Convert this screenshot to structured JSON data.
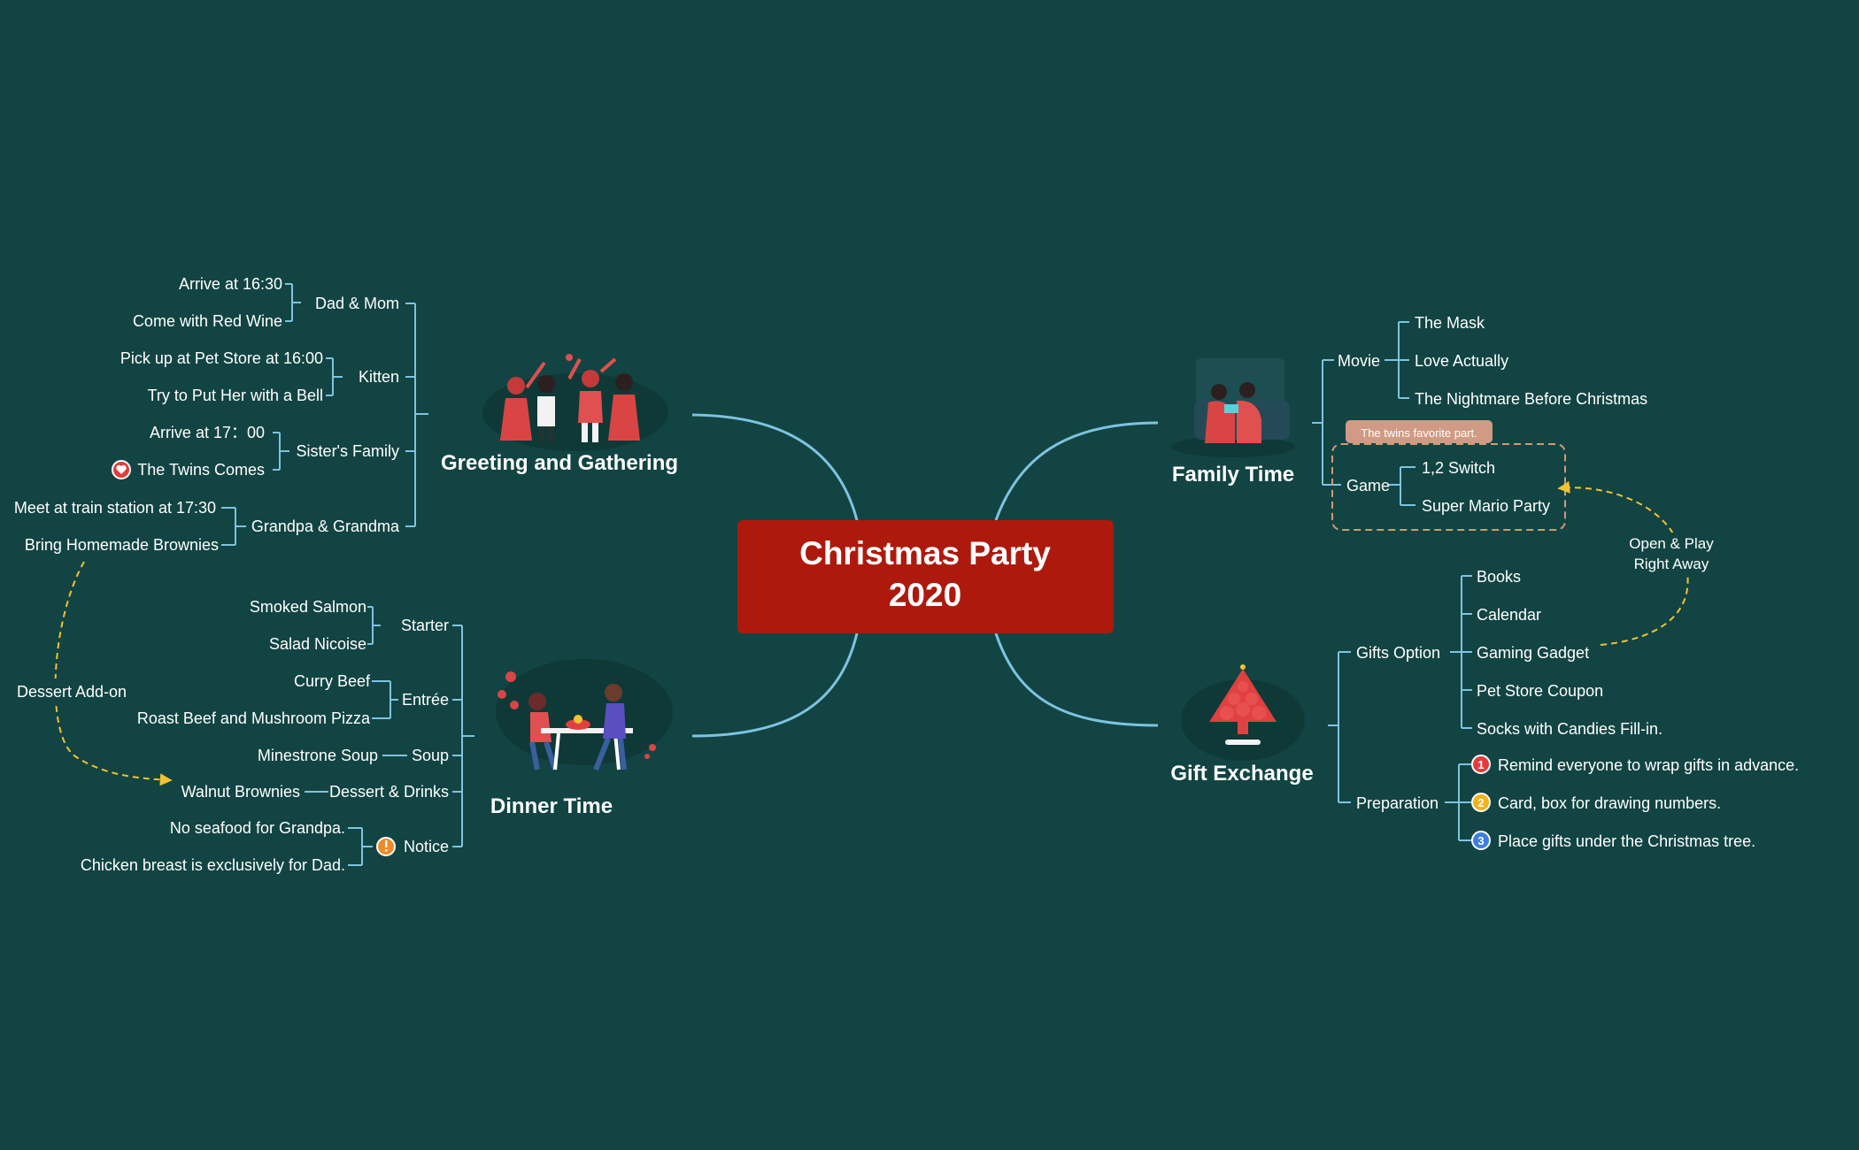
{
  "colors": {
    "background": "#124443",
    "branch_line": "#7ec3e0",
    "leaf_line": "#7ec3e0",
    "central_fill": "#ad1a0d",
    "relationship": "#f2c230",
    "group_border": "#d29a70",
    "callout_fill": "#d09a84",
    "marker_red": "#e23b3b",
    "marker_yellow": "#f2b21d",
    "marker_blue": "#3a7fe0",
    "marker_orange": "#f08a2e"
  },
  "central": {
    "line1": "Christmas Party",
    "line2": "2020"
  },
  "greeting": {
    "title": "Greeting and Gathering",
    "illustration": "toasting-people-illustration",
    "groups": [
      {
        "label": "Dad & Mom",
        "items": [
          "Arrive at 16:30",
          "Come with Red Wine"
        ]
      },
      {
        "label": "Kitten",
        "items": [
          "Pick up at Pet Store at 16:00",
          "Try to Put Her with a Bell"
        ]
      },
      {
        "label": "Sister's Family",
        "items": [
          "Arrive at 17：00",
          "The Twins Comes"
        ]
      },
      {
        "label": "Grandpa & Grandma",
        "items": [
          "Meet at train station at 17:30",
          "Bring Homemade Brownies"
        ]
      }
    ]
  },
  "dinner": {
    "title": "Dinner Time",
    "illustration": "dinner-couple-illustration",
    "groups": [
      {
        "label": "Starter",
        "items": [
          "Smoked Salmon",
          "Salad Nicoise"
        ]
      },
      {
        "label": "Entrée",
        "items": [
          "Curry Beef",
          "Roast Beef and Mushroom Pizza"
        ]
      },
      {
        "label": "Soup",
        "items": [
          "Minestrone Soup"
        ]
      },
      {
        "label": "Dessert & Drinks",
        "items": [
          "Walnut Brownies"
        ]
      },
      {
        "label": "Notice",
        "items": [
          "No seafood for Grandpa.",
          "Chicken breast is exclusively for Dad."
        ]
      }
    ]
  },
  "family": {
    "title": "Family Time",
    "illustration": "couch-couple-illustration",
    "movie": {
      "label": "Movie",
      "items": [
        "The Mask",
        "Love Actually",
        "The Nightmare Before Christmas"
      ]
    },
    "game": {
      "label": "Game",
      "items": [
        "1,2 Switch",
        "Super Mario Party"
      ],
      "callout": "The twins favorite part."
    }
  },
  "gift": {
    "title": "Gift Exchange",
    "illustration": "christmas-tree-illustration",
    "options": {
      "label": "Gifts Option",
      "items": [
        "Books",
        "Calendar",
        "Gaming Gadget",
        "Pet Store Coupon",
        "Socks with Candies Fill-in."
      ]
    },
    "preparation": {
      "label": "Preparation",
      "items": [
        {
          "marker": "1",
          "text": "Remind everyone to wrap gifts in advance."
        },
        {
          "marker": "2",
          "text": "Card, box for drawing numbers."
        },
        {
          "marker": "3",
          "text": "Place gifts under the Christmas tree."
        }
      ]
    }
  },
  "relationships": {
    "dessert": "Dessert Add-on",
    "play_line1": "Open & Play",
    "play_line2": "Right Away"
  }
}
